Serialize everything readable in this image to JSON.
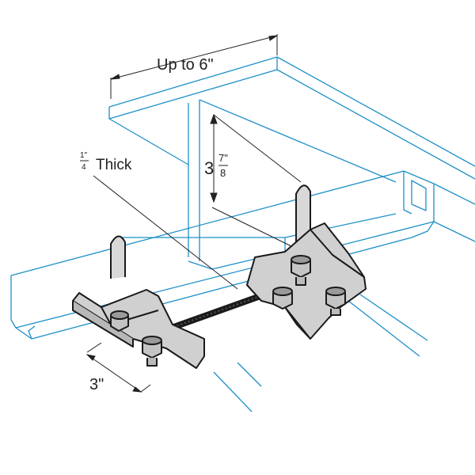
{
  "colors": {
    "beam": "#1e90c8",
    "hardware": "#1a1a1a",
    "hardware_fill": "#bdbdbd",
    "dimension": "#222222"
  },
  "dimensions": {
    "width": "Up to 6\"",
    "height_whole": "3",
    "height_num": "7\"",
    "height_den": "8",
    "thickness_num": "1\"",
    "thickness_den": "4",
    "thickness_word": "Thick",
    "length": "3\""
  }
}
